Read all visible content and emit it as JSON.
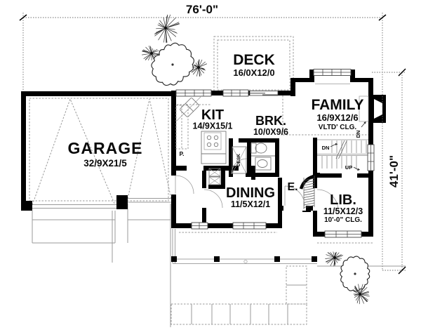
{
  "plan": {
    "dimension_width": "76'-0\"",
    "dimension_height": "41'-0\"",
    "rooms": {
      "garage": {
        "name": "GARAGE",
        "size": "32/9X21/5"
      },
      "deck": {
        "name": "DECK",
        "size": "16/0X12/0"
      },
      "family": {
        "name": "FAMILY",
        "size": "16/9X12/6",
        "ceiling": "VLTD' CLG."
      },
      "kitchen": {
        "name": "KIT",
        "size": "14/9X15/1"
      },
      "breakfast": {
        "name": "BRK.",
        "size": "10/0X9/6"
      },
      "dining": {
        "name": "DINING",
        "size": "11/5X12/1"
      },
      "entry": {
        "name": "E."
      },
      "library": {
        "name": "LIB.",
        "size": "11/5X12/3",
        "ceiling": "10'-0\" CLG."
      }
    },
    "annotations": {
      "stairs_down": "DN",
      "stairs_up": "UP",
      "stairs_down_side": "DN",
      "pantry": "P.",
      "desk": "DESK"
    },
    "colors": {
      "walls": "#000000",
      "lines": "#999999",
      "background": "#ffffff"
    }
  }
}
